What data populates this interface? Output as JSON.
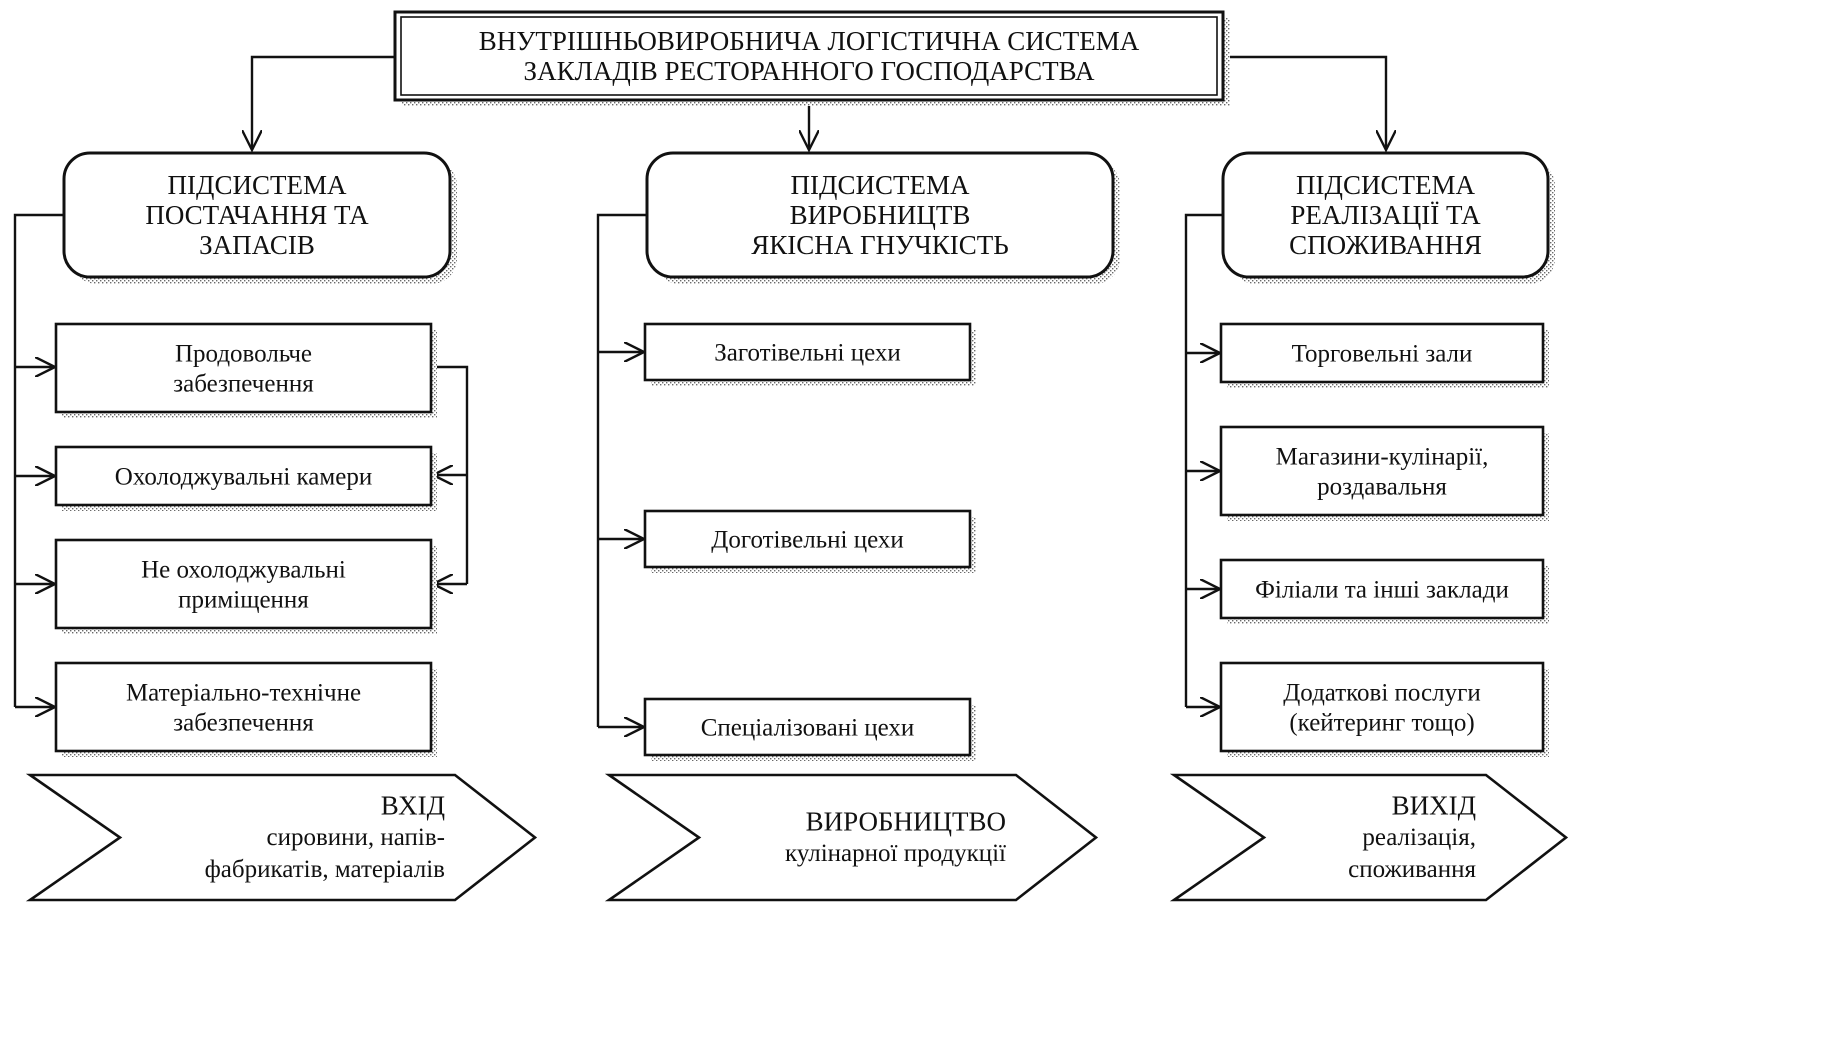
{
  "title": {
    "lines": [
      "ВНУТРІШНЬОВИРОБНИЧА ЛОГІСТИЧНА СИСТЕМА",
      "ЗАКЛАДІВ РЕСТОРАННОГО ГОСПОДАРСТВА"
    ]
  },
  "subsystems": [
    {
      "id": "supply",
      "lines": [
        "ПІДСИСТЕМА",
        "ПОСТАЧАННЯ ТА",
        "ЗАПАСІВ"
      ],
      "items": [
        {
          "lines": [
            "Продовольче",
            "забезпечення"
          ]
        },
        {
          "lines": [
            "Охолоджувальні камери"
          ]
        },
        {
          "lines": [
            "Не охолоджувальні",
            "приміщення"
          ]
        },
        {
          "lines": [
            "Матеріально-технічне",
            "забезпечення"
          ]
        }
      ],
      "stage": {
        "lines": [
          "ВХІД",
          "сировини, напів-",
          "фабрикатів, матеріалів"
        ]
      }
    },
    {
      "id": "production",
      "lines": [
        "ПІДСИСТЕМА",
        "ВИРОБНИЦТВ",
        "ЯКІСНА ГНУЧКІСТЬ"
      ],
      "items": [
        {
          "lines": [
            "Заготівельні цехи"
          ]
        },
        {
          "lines": [
            "Доготівельні цехи"
          ]
        },
        {
          "lines": [
            "Спеціалізовані цехи"
          ]
        }
      ],
      "stage": {
        "lines": [
          "ВИРОБНИЦТВО",
          "кулінарної продукції"
        ]
      }
    },
    {
      "id": "sales",
      "lines": [
        "ПІДСИСТЕМА",
        "РЕАЛІЗАЦІЇ ТА",
        "СПОЖИВАННЯ"
      ],
      "items": [
        {
          "lines": [
            "Торговельні зали"
          ]
        },
        {
          "lines": [
            "Магазини-кулінарії,",
            "роздавальня"
          ]
        },
        {
          "lines": [
            "Філіали та інші заклади"
          ]
        },
        {
          "lines": [
            "Додаткові послуги",
            "(кейтеринг тощо)"
          ]
        }
      ],
      "stage": {
        "lines": [
          "ВИХІД",
          "реалізація,",
          "споживання"
        ]
      }
    }
  ]
}
